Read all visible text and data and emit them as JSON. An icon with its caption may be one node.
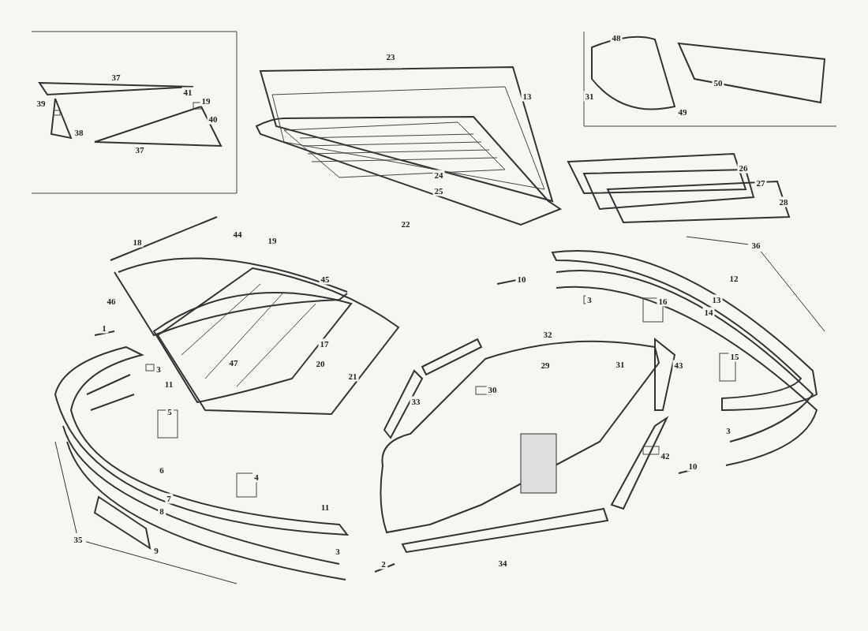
{
  "diagram": {
    "nodes": [
      {
        "text": [
          "35"
        ]
      },
      {
        "text": [
          "36"
        ]
      }
    ],
    "edges": [
      {
        "from": 0,
        "to": null,
        "arrow": "none"
      },
      {
        "from": 0,
        "to": null,
        "arrow": "none"
      },
      {
        "from": 1,
        "to": null,
        "arrow": "none"
      },
      {
        "from": 1,
        "to": null,
        "arrow": "none"
      }
    ],
    "labels": [
      "48",
      "23",
      "37",
      "50",
      "41",
      "13",
      "31",
      "19",
      "39",
      "49",
      "40",
      "38",
      "37",
      "26",
      "24",
      "27",
      "25",
      "28",
      "22",
      "18",
      "44",
      "19",
      "45",
      "10",
      "12",
      "46",
      "3",
      "16",
      "13",
      "14",
      "1",
      "32",
      "17",
      "47",
      "20",
      "43",
      "3",
      "29",
      "31",
      "15",
      "21",
      "11",
      "30",
      "33",
      "5",
      "3",
      "42",
      "10",
      "6",
      "4",
      "7",
      "11",
      "8",
      "9",
      "3",
      "2",
      "34"
    ]
  }
}
